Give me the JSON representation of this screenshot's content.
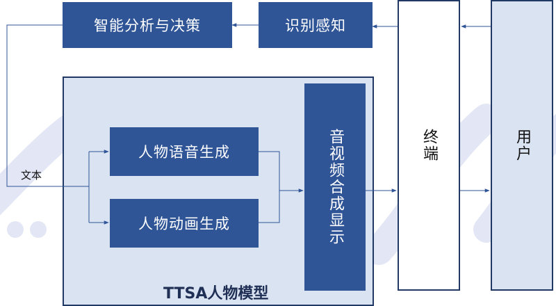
{
  "boxes": {
    "decision": "智能分析与决策",
    "recognition": "识别感知",
    "voice": "人物语音生成",
    "animation": "人物动画生成",
    "av_display": "音视频合成显示",
    "terminal": "终端",
    "user": "用户"
  },
  "labels": {
    "text_input": "文本",
    "panel_title": "TTSA人物模型"
  },
  "colors": {
    "box_fill": "#2f5597",
    "panel_fill": "#dae3f1",
    "panel_border": "#1f3864",
    "terminal_fill": "#ffffff",
    "user_fill": "#dae3f1",
    "line": "#2f5597",
    "decor": "#dfe3f3"
  }
}
